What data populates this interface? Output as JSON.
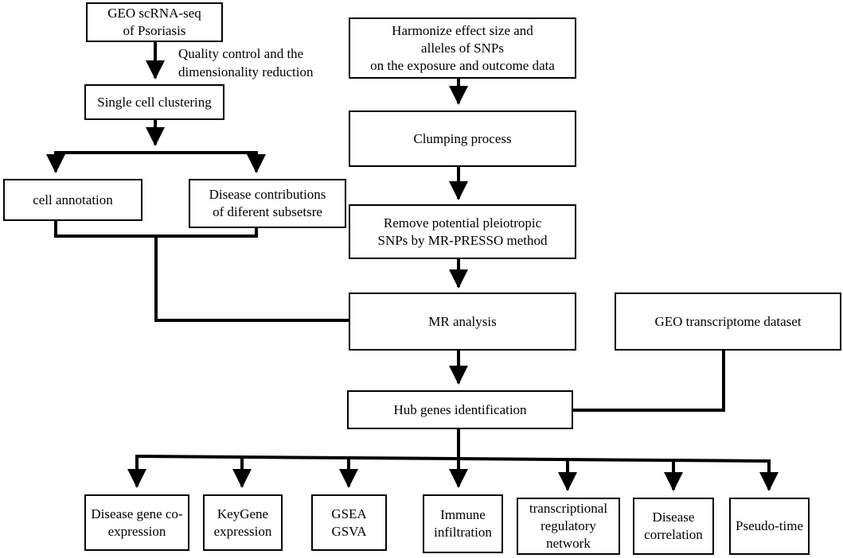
{
  "diagram": {
    "nodes": {
      "geo_scrna": "GEO scRNA-seq\nof Psoriasis",
      "qc_note": "Quality control and the\ndimensionality reduction",
      "single_cell_clustering": "Single cell clustering",
      "cell_annotation": "cell annotation",
      "disease_contributions": "Disease contributions\nof diferent  subsetsre",
      "harmonize": "Harmonize effect size and\nalleles of SNPs\non the exposure and outcome data",
      "clumping": "Clumping process",
      "remove_pleiotropic": "Remove potential pleiotropic\nSNPs by MR-PRESSO method",
      "mr_analysis": "MR analysis",
      "geo_transcriptome": "GEO transcriptome dataset",
      "hub_genes": "Hub genes identification",
      "disease_gene_coexpression": "Disease gene co-\nexpression",
      "keygene_expression": "KeyGene\nexpression",
      "gsea_gsva": "GSEA\nGSVA",
      "immune_infiltration": "Immune\ninfiltration",
      "transcriptional_network": "transcriptional\nregulatory\nnetwork",
      "disease_correlation": "Disease\ncorrelation",
      "pseudo_time": "Pseudo-time"
    }
  }
}
